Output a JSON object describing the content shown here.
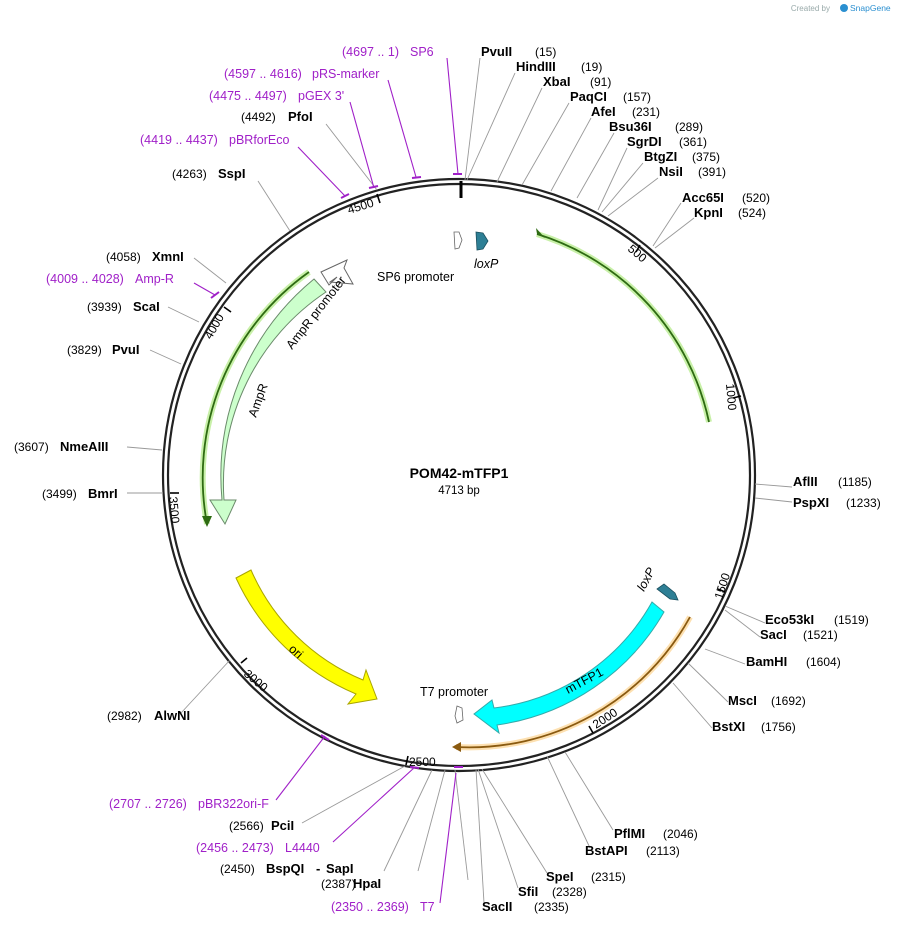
{
  "credit": {
    "text": "Created by",
    "brand": "SnapGene"
  },
  "map": {
    "name": "POM42-mTFP1",
    "length_label": "4713 bp",
    "length": 4713
  },
  "sites": [
    {
      "name": "PvuII",
      "pos": "(15)"
    },
    {
      "name": "HindIII",
      "pos": "(19)"
    },
    {
      "name": "XbaI",
      "pos": "(91)"
    },
    {
      "name": "PaqCI",
      "pos": "(157)"
    },
    {
      "name": "AfeI",
      "pos": "(231)"
    },
    {
      "name": "Bsu36I",
      "pos": "(289)"
    },
    {
      "name": "SgrDI",
      "pos": "(361)"
    },
    {
      "name": "BtgZI",
      "pos": "(375)"
    },
    {
      "name": "NsiI",
      "pos": "(391)"
    },
    {
      "name": "Acc65I",
      "pos": "(520)"
    },
    {
      "name": "KpnI",
      "pos": "(524)"
    },
    {
      "name": "AflII",
      "pos": "(1185)"
    },
    {
      "name": "PspXI",
      "pos": "(1233)"
    },
    {
      "name": "Eco53kI",
      "pos": "(1519)"
    },
    {
      "name": "SacI",
      "pos": "(1521)"
    },
    {
      "name": "BamHI",
      "pos": "(1604)"
    },
    {
      "name": "MscI",
      "pos": "(1692)"
    },
    {
      "name": "BstXI",
      "pos": "(1756)"
    },
    {
      "name": "PflMI",
      "pos": "(2046)"
    },
    {
      "name": "BstAPI",
      "pos": "(2113)"
    },
    {
      "name": "SpeI",
      "pos": "(2315)"
    },
    {
      "name": "SfiI",
      "pos": "(2328)"
    },
    {
      "name": "SacII",
      "pos": "(2335)"
    },
    {
      "name": "HpaI",
      "pos": "(2387)"
    },
    {
      "name": "BspQI",
      "pos": "(2450)"
    },
    {
      "name": "SapI",
      "pos": ""
    },
    {
      "name": "PciI",
      "pos": "(2566)"
    },
    {
      "name": "AlwNI",
      "pos": "(2982)"
    },
    {
      "name": "BmrI",
      "pos": "(3499)"
    },
    {
      "name": "NmeAIII",
      "pos": "(3607)"
    },
    {
      "name": "PvuI",
      "pos": "(3829)"
    },
    {
      "name": "ScaI",
      "pos": "(3939)"
    },
    {
      "name": "XmnI",
      "pos": "(4058)"
    },
    {
      "name": "SspI",
      "pos": "(4263)"
    },
    {
      "name": "PfoI",
      "pos": "(4492)"
    }
  ],
  "primers": [
    {
      "name": "SP6",
      "range": "(4697 .. 1)"
    },
    {
      "name": "pRS-marker",
      "range": "(4597 .. 4616)"
    },
    {
      "name": "pGEX 3'",
      "range": "(4475 .. 4497)"
    },
    {
      "name": "pBRforEco",
      "range": "(4419 .. 4437)"
    },
    {
      "name": "Amp-R",
      "range": "(4009 .. 4028)"
    },
    {
      "name": "pBR322ori-F",
      "range": "(2707 .. 2726)"
    },
    {
      "name": "L4440",
      "range": "(2456 .. 2473)"
    },
    {
      "name": "T7",
      "range": "(2350 .. 2369)"
    }
  ],
  "features": {
    "sp6_promoter": "SP6 promoter",
    "loxp_1": "loxP",
    "loxp_2": "loxP",
    "ampr_promoter": "AmpR promoter",
    "ampr": "AmpR",
    "ori": "ori",
    "mtfp1": "mTFP1",
    "t7_promoter": "T7 promoter"
  },
  "ticks": [
    "500",
    "1000",
    "1500",
    "2000",
    "2500",
    "3000",
    "3500",
    "4000",
    "4500"
  ],
  "colors": {
    "primer": "#a020c8",
    "ampr": "#ccffcc",
    "ori": "#ffff00",
    "mtfp1": "#00ffff",
    "loxp": "#2e7f95",
    "green_arc": "#2e8b1e",
    "orange_arc": "#f4a640"
  }
}
